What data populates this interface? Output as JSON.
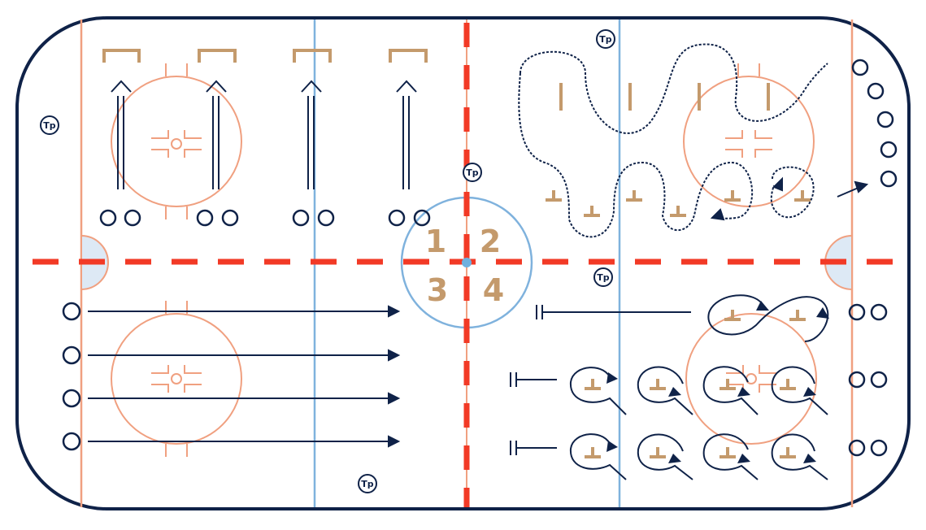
{
  "diagram": {
    "colors": {
      "navy": "#0f2248",
      "red": "#f23a26",
      "salmon": "#f0a080",
      "blue_line": "#7fb2dd",
      "tan": "#c49a6c",
      "crease": "#dde9f5",
      "center_dot": "#6fb0de"
    },
    "zone_numbers": [
      "1",
      "2",
      "3",
      "4"
    ],
    "trainer_label": "Tp"
  }
}
